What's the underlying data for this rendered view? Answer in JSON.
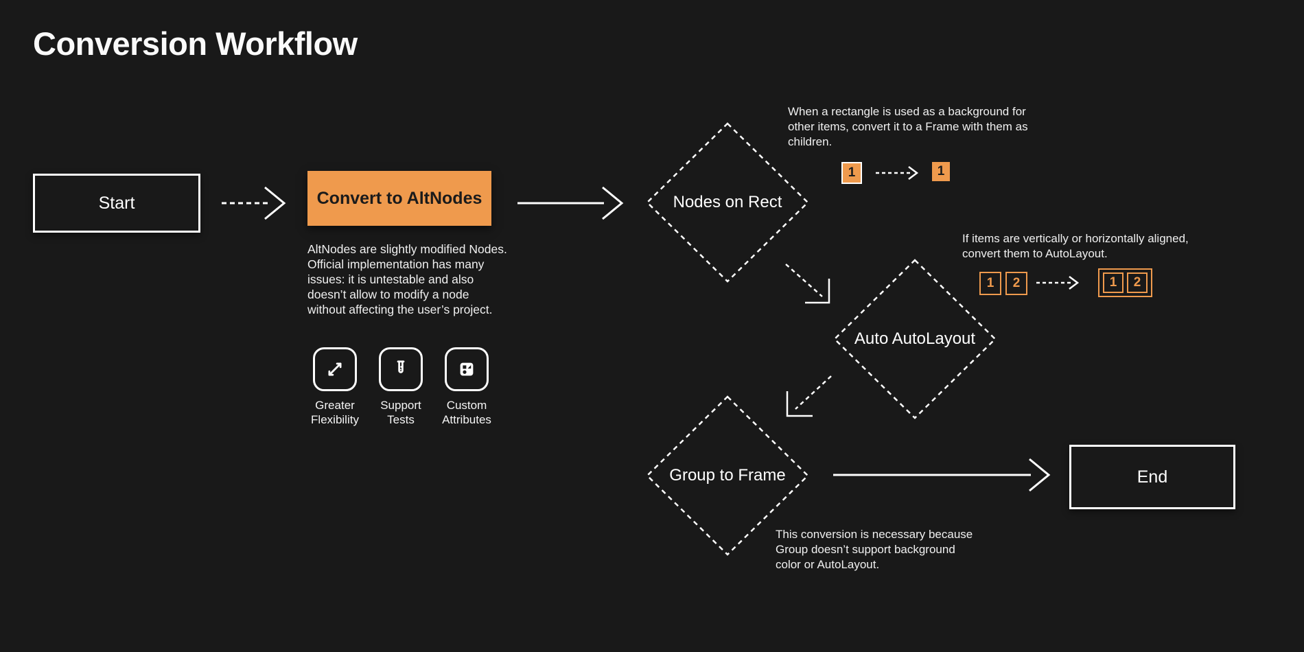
{
  "title": "Conversion Workflow",
  "colors": {
    "background": "#191919",
    "accent_orange": "#EF9A4D",
    "stroke_white": "#FFFFFF",
    "body_text": "#F0F0F0",
    "dark_text": "#1B1B1B"
  },
  "nodes": {
    "start": {
      "label": "Start"
    },
    "convert": {
      "label": "Convert to AltNodes",
      "description": "AltNodes are slightly modified Nodes. Official implementation has many issues: it is untestable and also doesn’t allow to modify a node without affecting the user’s project.",
      "features": [
        {
          "icon": "expand-arrows-icon",
          "label": "Greater Flexibility"
        },
        {
          "icon": "test-tube-icon",
          "label": "Support Tests"
        },
        {
          "icon": "shapes-icon",
          "label": "Custom Attributes"
        }
      ]
    },
    "nodes_on_rect": {
      "label": "Nodes on Rect",
      "note": "When a rectangle is used as a background for other items, convert it to a Frame with them as children.",
      "mini": {
        "before": [
          "1"
        ],
        "after": [
          "1"
        ]
      }
    },
    "auto_autolayout": {
      "label": "Auto AutoLayout",
      "note": "If items are vertically or horizontally aligned, convert them to AutoLayout.",
      "mini": {
        "before": [
          "1",
          "2"
        ],
        "after": [
          "1",
          "2"
        ]
      }
    },
    "group_to_frame": {
      "label": "Group to Frame",
      "note": "This conversion is necessary because Group doesn’t support background color or AutoLayout."
    },
    "end": {
      "label": "End"
    }
  }
}
